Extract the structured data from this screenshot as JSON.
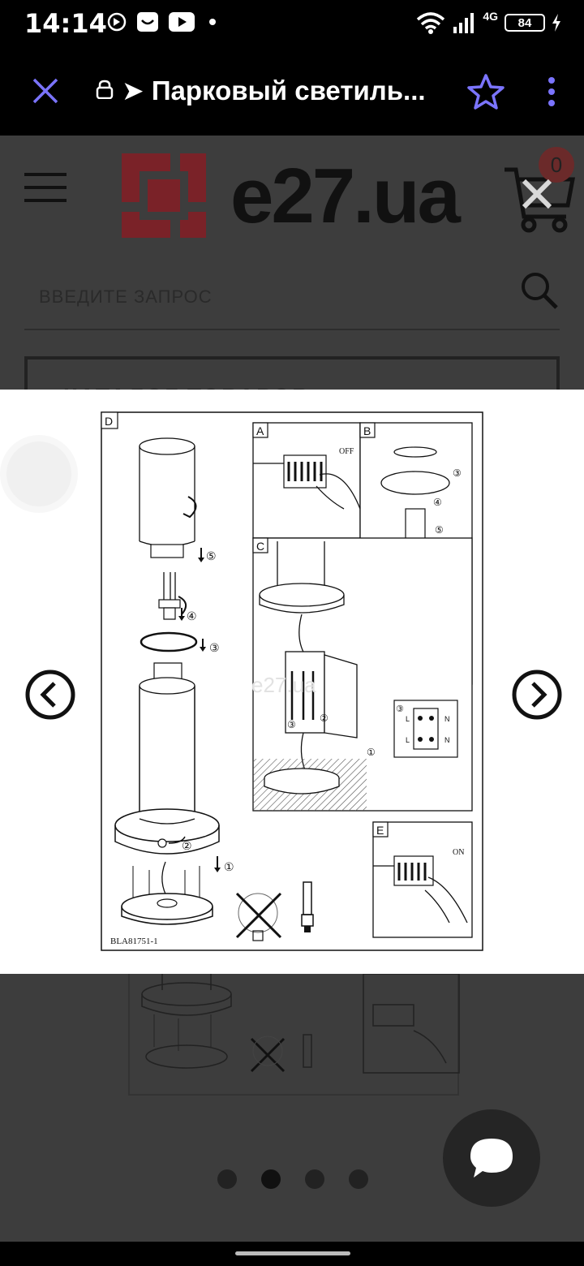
{
  "status_bar": {
    "time": "14:14",
    "network_type": "4G",
    "battery_level": "84",
    "icons": [
      "lens-icon",
      "smile-icon",
      "youtube-icon",
      "dot-icon",
      "wifi-icon",
      "signal-icon",
      "battery-icon",
      "charging-icon"
    ]
  },
  "browser": {
    "title": "➤ Парковый светиль...",
    "icons": [
      "close-icon",
      "lock-icon",
      "star-icon",
      "menu-dots-icon"
    ]
  },
  "site": {
    "logo_text": "e27.ua",
    "cart_count": "0",
    "search_placeholder": "ВВЕДИТЕ ЗАПРОС",
    "catalog_label": "КАТАЛОГ ТОВАРОВ"
  },
  "gallery": {
    "figure": {
      "panel_labels": [
        "D",
        "A",
        "B",
        "C",
        "E"
      ],
      "off_label": "OFF",
      "on_label": "ON",
      "watermark": "e27.ua",
      "model_code": "BLA81751-1",
      "step_numbers": [
        "①",
        "②",
        "③",
        "④",
        "⑤"
      ],
      "terminal_labels": [
        "L",
        "N",
        "L",
        "N"
      ]
    },
    "carousel": {
      "total": 4,
      "active_index": 1
    }
  },
  "colors": {
    "accent_purple": "#7b74ff",
    "logo_red": "#7a2228",
    "overlay_white": "#ffffff"
  }
}
